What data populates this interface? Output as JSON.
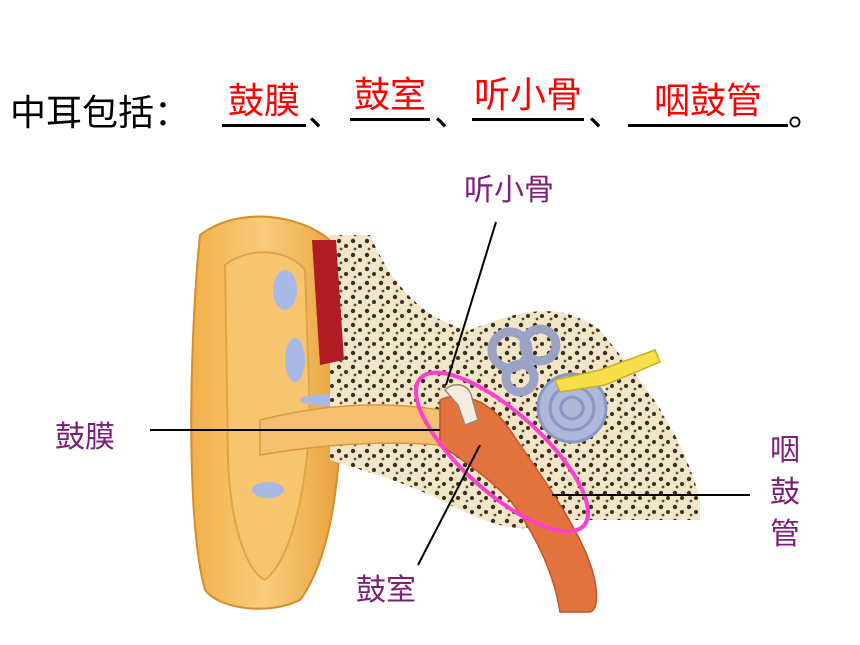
{
  "heading": {
    "prefix": "中耳包括：",
    "separator": "、",
    "end": "。",
    "answers": [
      "鼓膜",
      "鼓室",
      "听小骨",
      "咽鼓管"
    ]
  },
  "labels": {
    "ossicles": "听小骨",
    "eardrum": "鼓膜",
    "tympanic_cavity": "鼓室",
    "eustachian_tube": [
      "咽",
      "鼓",
      "管"
    ]
  },
  "colors": {
    "answer_text": "#ff0000",
    "label_text": "#7a1f7a",
    "highlight_ellipse": "#ff3fd0"
  }
}
